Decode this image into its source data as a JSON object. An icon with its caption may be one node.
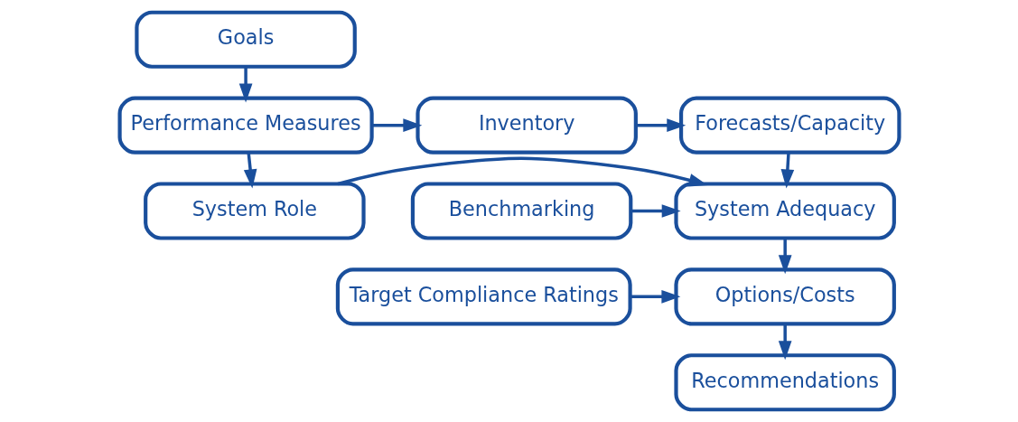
{
  "diagram": {
    "nodes": [
      {
        "text": [
          "Goals"
        ]
      },
      {
        "text": [
          "Performance Measures"
        ]
      },
      {
        "text": [
          "System Role"
        ]
      },
      {
        "text": [
          "Inventory"
        ]
      },
      {
        "text": [
          "Forecasts/Capacity"
        ]
      },
      {
        "text": [
          "System Adequacy"
        ]
      },
      {
        "text": [
          "Benchmarking"
        ]
      },
      {
        "text": [
          "Options/Costs"
        ]
      },
      {
        "text": [
          "Target Compliance Ratings"
        ]
      },
      {
        "text": [
          "Recommendations"
        ]
      }
    ],
    "edges": [
      {
        "from": 0,
        "to": 1,
        "arrow": "to"
      },
      {
        "from": 1,
        "to": 2,
        "arrow": "to"
      },
      {
        "from": 1,
        "to": 3,
        "arrow": "to"
      },
      {
        "from": 3,
        "to": 4,
        "arrow": "to"
      },
      {
        "from": 4,
        "to": 5,
        "arrow": "to"
      },
      {
        "from": 2,
        "to": 5,
        "arrow": "to"
      },
      {
        "from": 6,
        "to": 5,
        "arrow": "to"
      },
      {
        "from": 5,
        "to": 7,
        "arrow": "to"
      },
      {
        "from": 8,
        "to": 7,
        "arrow": "to"
      },
      {
        "from": 7,
        "to": 9,
        "arrow": "to"
      }
    ]
  }
}
